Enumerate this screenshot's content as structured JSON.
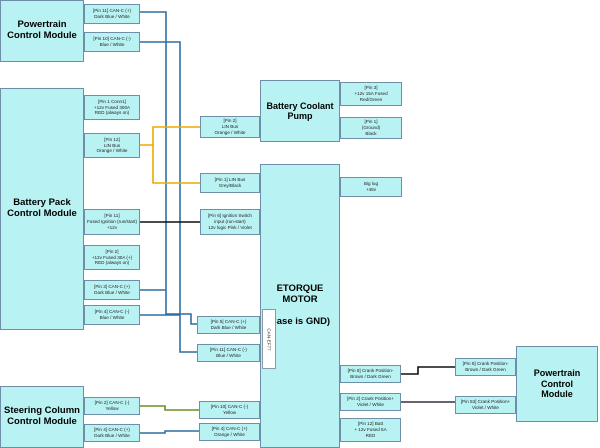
{
  "modules": {
    "pcm_top": "Powertrain\nControl Module",
    "bpcm": "Battery Pack\nControl Module",
    "scm": "Steering Column\nControl Module",
    "coolant_pump": "Battery Coolant\nPump",
    "motor": "ETORQUE\nMOTOR\n\nCase is GND)",
    "pcm_right": "Powertrain\nControl\nModule"
  },
  "pins": {
    "pcm_top_1": "[Pin 11] CAN-C (+)\nDark Blue / White",
    "pcm_top_2": "[Pin 10] CAN-C (-)\nBlue / White",
    "bpcm_1": "[Pin 1 Conn1]\n+12v Fused 300A\nRED (always on)",
    "bpcm_2": "[Pin 12]\nLIN Bus\nOrange / White",
    "bpcm_3": "[Pin 11]\nFused Ignition (run/start)\n+12v",
    "bpcm_4": "[Pin 2]\n+12v Fused 30A (+)\nRED (always on)",
    "bpcm_5": "[Pin 3] CAN-C (+)\nDark Blue / White",
    "bpcm_6": "[Pin 4] CAN-C (-)\nBlue / White",
    "scm_1": "[Pin 2] CAN-C (-)\nYellow",
    "scm_2": "[Pin 4] CAN-C (+)\nDark Blue / White",
    "pump_1": "[Pin 2]\nLIN Bus\nOrange / White",
    "pump_2": "[Pin 3]\n+12v 15A Fused\nRed/Green",
    "pump_3": "[Pin 1]\n(Ground)\nBlack",
    "motor_lin": "[Pin 1] LIN Bus\nGrey/Black",
    "motor_lug": "Big lug\n+48v",
    "motor_ign": "[Pin 6] Ignition Switch\ninput (run-start)\n12v logic Pink / Violet",
    "motor_canp": "[Pin 5] CAN-C (+)\nDark Blue / White",
    "motor_canm": "[Pin 11] CAN-C (-)\nBlue / White",
    "motor_crank1": "[Pin 8] Crank Position-\nBrown / Dark Green",
    "motor_crank2": "[Pin 2] Crank Position+\nViolet / White",
    "motor_batt": "[Pin 12] Batt\n+ 12v Fused 5A\nRED",
    "motor_scm1": "[Pin 10] CAN-C (-)\nYellow",
    "motor_scm2": "[Pin 4] CAN-C (+)\nOrange / White",
    "pcm_right_1": "[Pin 8] Crank Position-\nBrown / Dark Green",
    "pcm_right_2": "[Pin 53] Crank Position+\nViolet / White"
  },
  "connector_label": "CAN-EF77",
  "colors": {
    "module_fill": "#b9f2f2",
    "border": "#6f8fa8",
    "wire_blue": "#2e6fa3",
    "wire_orange": "#f0a800",
    "wire_black": "#111111",
    "wire_green": "#6b8e23"
  }
}
